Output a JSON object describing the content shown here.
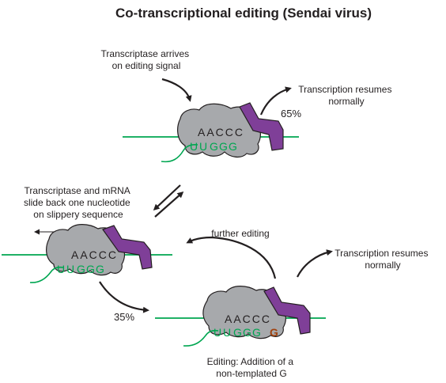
{
  "title": "Co-transcriptional editing (Sendai virus)",
  "labels": {
    "arrives_line1": "Transcriptase arrives",
    "arrives_line2": "on editing signal",
    "resumes1_line1": "Transcription resumes",
    "resumes1_line2": "normally",
    "slide_line1": "Transcriptase  and mRNA",
    "slide_line2": "slide back one nucleotide",
    "slide_line3": "on slippery sequence",
    "further": "further editing",
    "resumes2_line1": "Transcription resumes",
    "resumes2_line2": "normally",
    "editing_line1": "Editing: Addition of a",
    "editing_line2": "non-templated G"
  },
  "percentages": {
    "normal": "65%",
    "edited": "35%"
  },
  "sequences": {
    "template": "AACCC",
    "mrna_top": [
      "U",
      "U",
      "G",
      "G",
      "G"
    ],
    "mrna_mid": [
      "U",
      "U",
      "G",
      "G",
      "G"
    ],
    "mrna_bottom": [
      "U",
      "U",
      "G",
      "G",
      "G"
    ],
    "added_nucleotide": "G"
  },
  "colors": {
    "polymerase": "#a7a9ac",
    "protein": "#7f3f98",
    "strand": "#00a651",
    "mrna_text": "#00a651",
    "added_nucleotide": "#a0410d",
    "text": "#231f20"
  }
}
